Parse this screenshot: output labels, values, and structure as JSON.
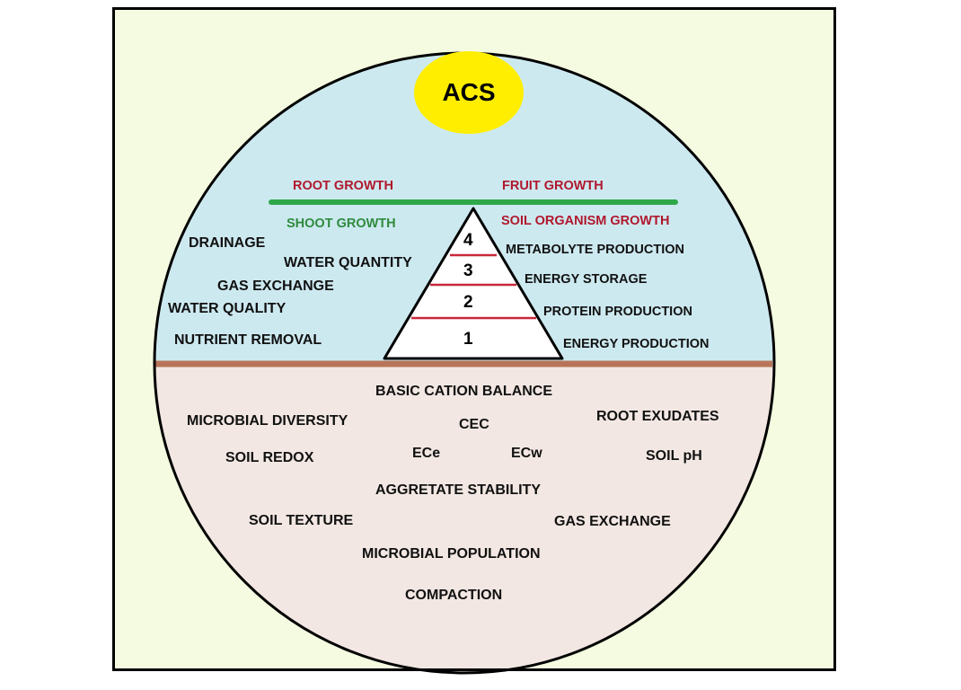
{
  "title": "ACS",
  "balance_top": {
    "left": "ROOT GROWTH",
    "right": "FRUIT GROWTH"
  },
  "balance_under": {
    "left": "SHOOT GROWTH",
    "right": "SOIL ORGANISM GROWTH"
  },
  "pyramid_levels": [
    "4",
    "3",
    "2",
    "1"
  ],
  "left_factors": [
    "DRAINAGE",
    "WATER QUANTITY",
    "GAS EXCHANGE",
    "WATER QUALITY",
    "NUTRIENT REMOVAL"
  ],
  "right_processes": [
    "METABOLYTE PRODUCTION",
    "ENERGY STORAGE",
    "PROTEIN PRODUCTION",
    "ENERGY PRODUCTION"
  ],
  "soil_factors": [
    "BASIC CATION BALANCE",
    "MICROBIAL DIVERSITY",
    "CEC",
    "ROOT EXUDATES",
    "SOIL REDOX",
    "ECe",
    "ECw",
    "SOIL pH",
    "AGGRETATE STABILITY",
    "SOIL TEXTURE",
    "GAS EXCHANGE",
    "MICROBIAL POPULATION",
    "COMPACTION"
  ],
  "colors": {
    "frame_bg": "#f4fbe0",
    "sky": "#cde9f0",
    "soil": "#f2e7e2",
    "ground_line": "#b87458",
    "sun": "#ffee00",
    "balance_bar": "#2fa84a",
    "pyramid_divider": "#c8283a"
  }
}
